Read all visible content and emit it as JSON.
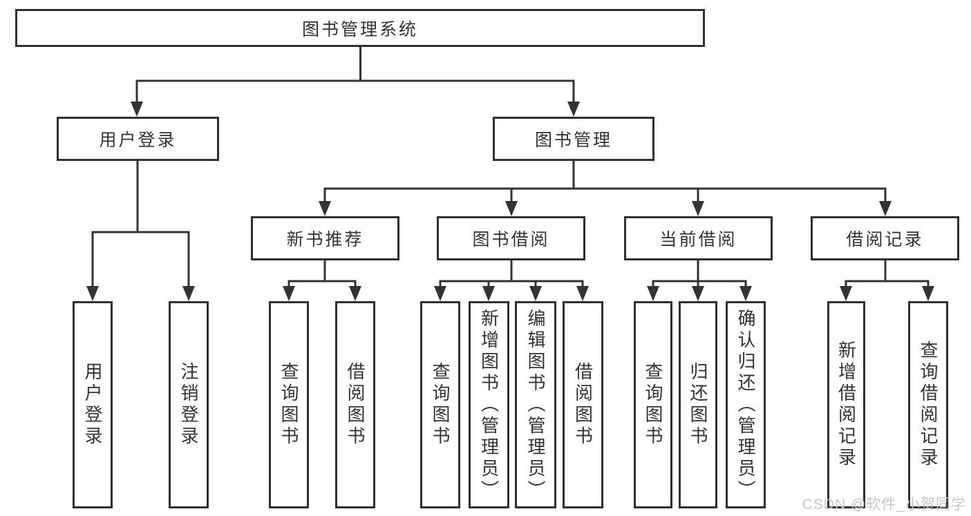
{
  "diagram": {
    "root": {
      "label": "图书管理系统"
    },
    "level2": [
      {
        "label": "用户登录"
      },
      {
        "label": "图书管理"
      }
    ],
    "level3": [
      {
        "label": "新书推荐"
      },
      {
        "label": "图书借阅"
      },
      {
        "label": "当前借阅"
      },
      {
        "label": "借阅记录"
      }
    ],
    "leaves": {
      "user_login": [
        "用户登录",
        "注销登录"
      ],
      "new_books": [
        "查询图书",
        "借阅图书"
      ],
      "book_borrow": [
        "查询图书",
        "新增图书（管理员）",
        "编辑图书（管理员）",
        "借阅图书"
      ],
      "current_borrow": [
        "查询图书",
        "归还图书",
        "确认归还（管理员）"
      ],
      "borrow_records": [
        "新增借阅记录",
        "查询借阅记录"
      ]
    }
  },
  "watermark": {
    "text": "CSDN @软件_小贺同学"
  },
  "colors": {
    "line": "#333333",
    "text": "#333333",
    "box_background": "#ffffff",
    "watermark": "#c6c6c6",
    "background": "#ffffff"
  }
}
